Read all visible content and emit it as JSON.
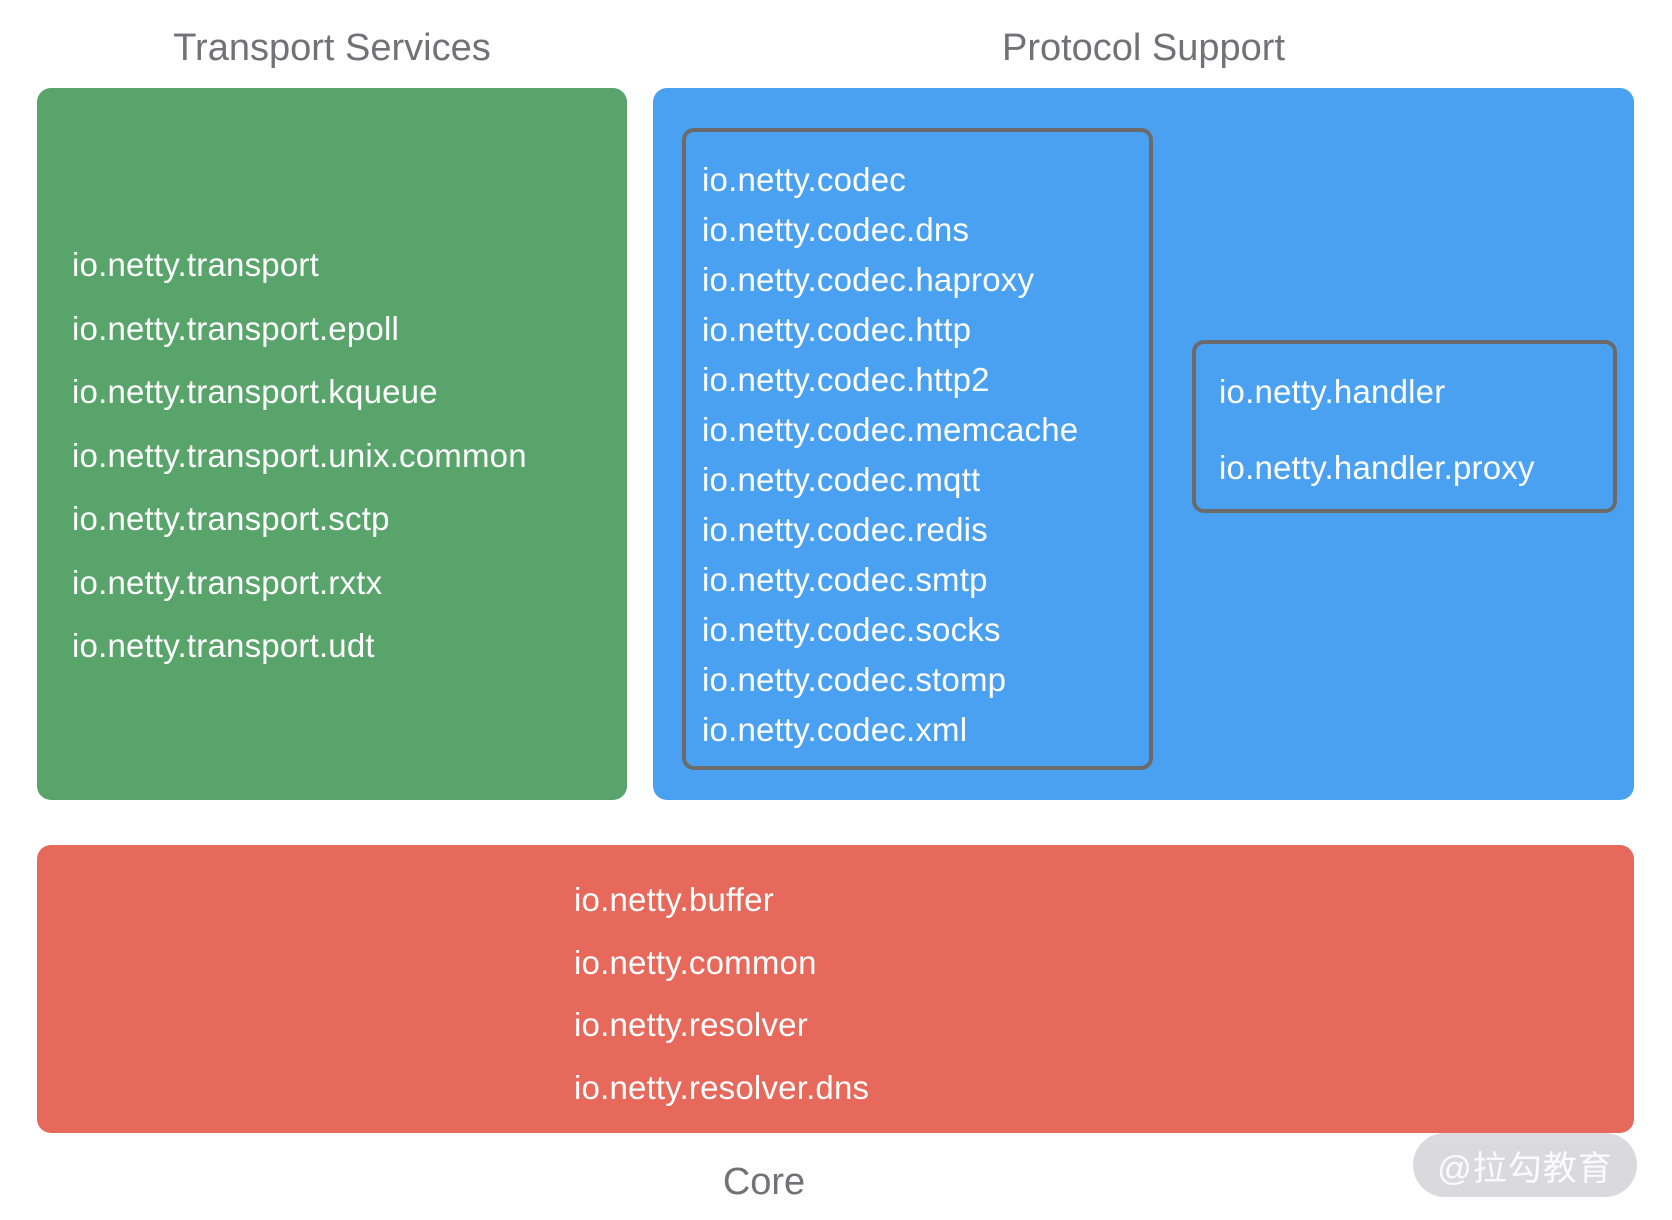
{
  "titles": {
    "transport": "Transport Services",
    "protocol": "Protocol Support",
    "core": "Core"
  },
  "transport_packages": [
    "io.netty.transport",
    "io.netty.transport.epoll",
    "io.netty.transport.kqueue",
    "io.netty.transport.unix.common",
    "io.netty.transport.sctp",
    "io.netty.transport.rxtx",
    "io.netty.transport.udt"
  ],
  "codec_packages": [
    "io.netty.codec",
    "io.netty.codec.dns",
    "io.netty.codec.haproxy",
    "io.netty.codec.http",
    "io.netty.codec.http2",
    "io.netty.codec.memcache",
    "io.netty.codec.mqtt",
    "io.netty.codec.redis",
    "io.netty.codec.smtp",
    "io.netty.codec.socks",
    "io.netty.codec.stomp",
    "io.netty.codec.xml"
  ],
  "handler_packages": [
    "io.netty.handler",
    "io.netty.handler.proxy"
  ],
  "core_packages": [
    "io.netty.buffer",
    "io.netty.common",
    "io.netty.resolver",
    "io.netty.resolver.dns"
  ],
  "watermark": {
    "text": "@拉勾教育"
  },
  "colors": {
    "green": "#58a46b",
    "blue": "#4aa1f2",
    "red": "#e6695b",
    "border_gray": "#6b6b6b",
    "title_gray": "#717177",
    "text_white": "#ffffff",
    "watermark_bg": "#d9d9dd",
    "watermark_text": "#ffffff"
  }
}
